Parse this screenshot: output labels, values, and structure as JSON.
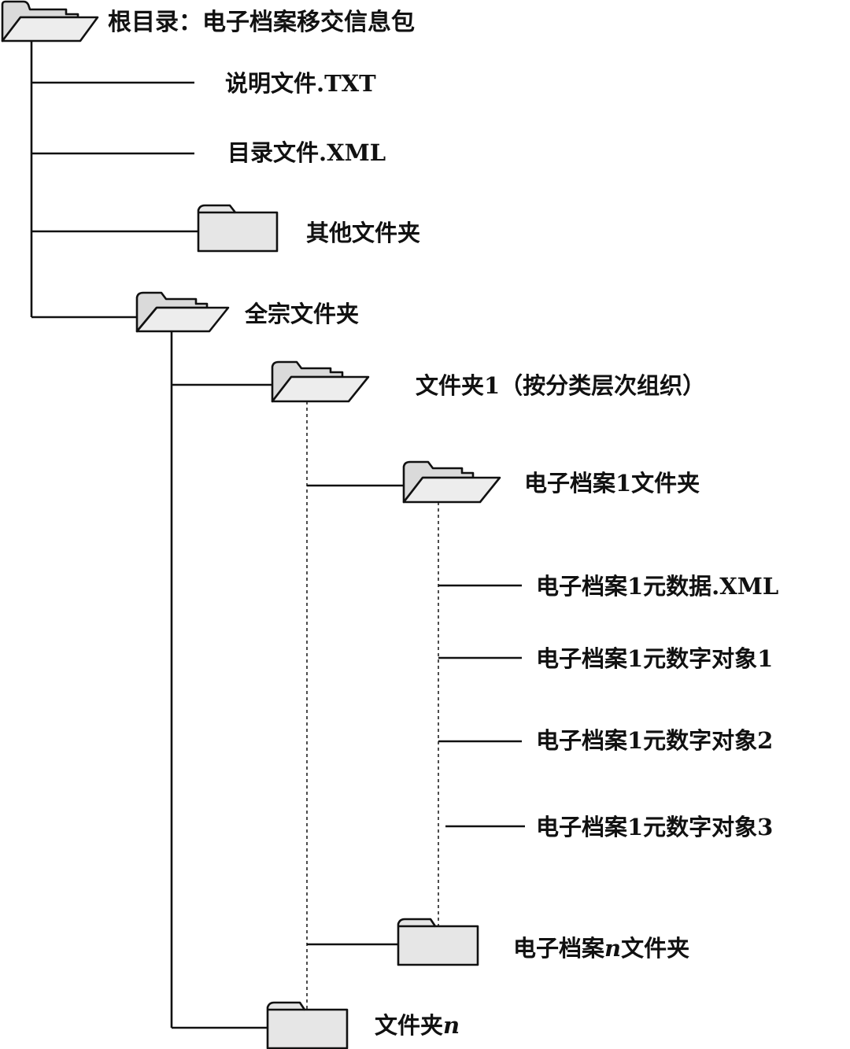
{
  "tree": {
    "root": {
      "prefix": "根目录：",
      "label": "电子档案移交信息包",
      "icon": "open-folder-icon"
    },
    "readme_file": {
      "label": "说明文件.TXT"
    },
    "catalog_file": {
      "label": "目录文件.XML"
    },
    "other_folder": {
      "label": "其他文件夹",
      "icon": "closed-folder-icon"
    },
    "fonds_folder": {
      "label": "全宗文件夹",
      "icon": "open-folder-icon",
      "folder_1": {
        "label": "文件夹1（按分类层次组织）",
        "icon": "open-folder-icon",
        "record_1": {
          "label": "电子档案1文件夹",
          "icon": "open-folder-icon",
          "files": [
            "电子档案1元数据.XML",
            "电子档案1元数字对象1",
            "电子档案1元数字对象2",
            "电子档案1元数字对象3"
          ]
        },
        "record_n": {
          "label_before": "电子档案",
          "label_var": "n",
          "label_after": "文件夹",
          "icon": "closed-folder-icon"
        }
      },
      "folder_n": {
        "label_before": "文件夹",
        "label_var": "n",
        "icon": "closed-folder-icon"
      }
    }
  }
}
